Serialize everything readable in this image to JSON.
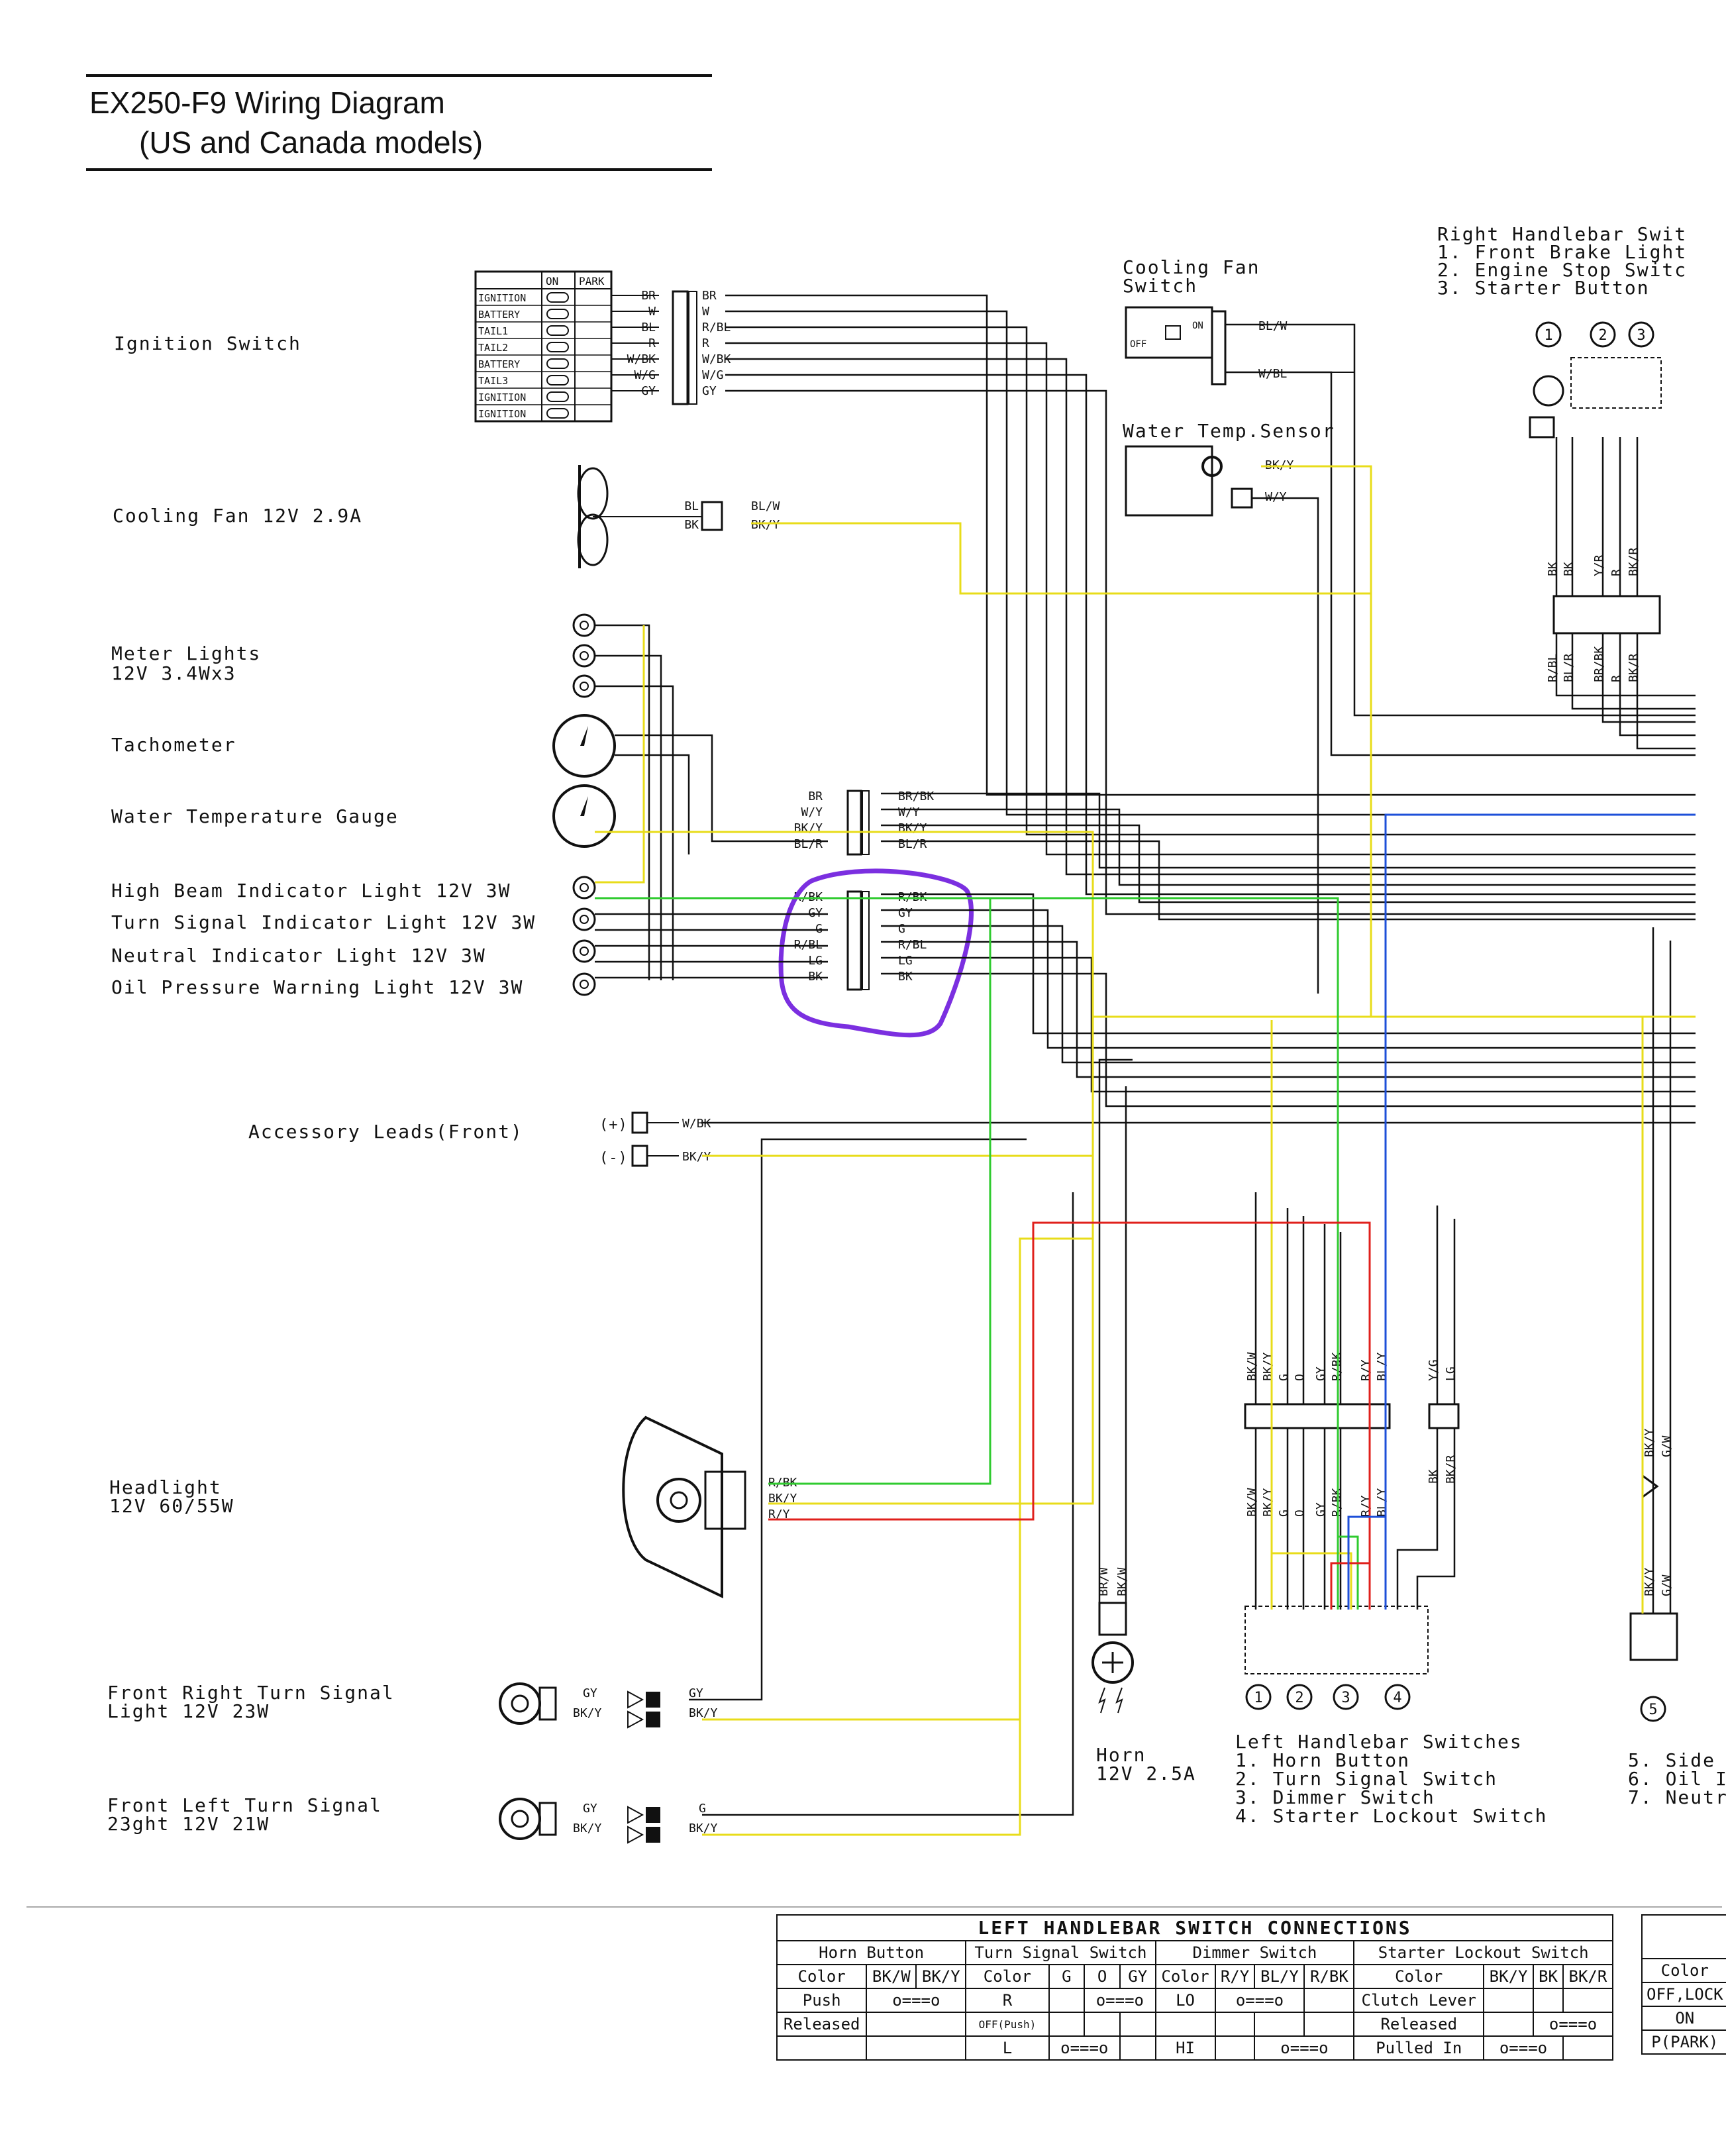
{
  "title": {
    "line1": "EX250-F9 Wiring Diagram",
    "line2": "(US and Canada models)"
  },
  "labels": {
    "ignition_switch": "Ignition Switch",
    "cooling_fan": "Cooling Fan 12V 2.9A",
    "meter_lights": "Meter Lights\n12V 3.4Wx3",
    "tachometer": "Tachometer",
    "water_temp_gauge": "Water Temperature Gauge",
    "high_beam": "High Beam Indicator Light 12V 3W",
    "turn_signal_ind": "Turn Signal Indicator Light 12V 3W",
    "neutral_ind": "Neutral Indicator Light 12V 3W",
    "oil_pressure": "Oil Pressure Warning Light 12V 3W",
    "accessory_leads": "Accessory Leads(Front)",
    "acc_plus": "(+)",
    "acc_minus": "(-)",
    "headlight": "Headlight\n12V 60/55W",
    "front_right_turn": "Front Right Turn Signal\nLight 12V 23W",
    "front_left_turn": "Front Left Turn Signal\n23ght 12V 21W",
    "horn": "Horn\n12V 2.5A",
    "cooling_fan_switch": "Cooling Fan\nSwitch",
    "water_temp_sensor": "Water Temp.Sensor",
    "right_handlebar": "Right Handlebar Swit\n1. Front Brake Light\n2. Engine Stop Switc\n3. Starter Button",
    "left_handlebar": "Left Handlebar Switches\n1. Horn Button\n2. Turn Signal Switch\n3. Dimmer Switch\n4. Starter Lockout Switch",
    "right_list": "5. Side\n6. Oil I\n7. Neutr"
  },
  "ignition_rows": [
    "IGNITION",
    "BATTERY",
    "TAIL1",
    "TAIL2",
    "BATTERY",
    "TAIL3",
    "IGNITION",
    "IGNITION"
  ],
  "ignition_header": [
    "ON",
    "PARK"
  ],
  "wires": {
    "ignition_left": [
      "BR",
      "W",
      "BL",
      "R",
      "W/BK",
      "W/G",
      "GY"
    ],
    "ignition_right": [
      "BR",
      "W",
      "R/BL",
      "R",
      "W/BK",
      "W/G",
      "GY"
    ],
    "fan_left": [
      "BL",
      "BK"
    ],
    "fan_right": [
      "BL/W",
      "BK/Y"
    ],
    "fan_switch": [
      "BL/W",
      "W/BL"
    ],
    "temp_sensor": [
      "BK/Y",
      "W/Y"
    ],
    "gauge_left": [
      "BR",
      "W/Y",
      "BK/Y",
      "BL/R"
    ],
    "gauge_right": [
      "BR/BK",
      "W/Y",
      "BK/Y",
      "BL/R"
    ],
    "ind_left": [
      "R/BK",
      "GY",
      "G",
      "R/BL",
      "LG",
      "BK"
    ],
    "ind_right": [
      "R/BK",
      "GY",
      "G",
      "R/BL",
      "LG",
      "BK"
    ],
    "acc": [
      "W/BK",
      "BK/Y"
    ],
    "headlight": [
      "R/BK",
      "BK/Y",
      "R/Y"
    ],
    "fr_turn_left": [
      "GY",
      "BK/Y"
    ],
    "fr_turn_right": [
      "GY",
      "BK/Y"
    ],
    "fl_turn_left": [
      "GY",
      "BK/Y"
    ],
    "fl_turn_right": [
      "G",
      "BK/Y"
    ],
    "horn": [
      "BR/W",
      "BK/W"
    ],
    "rh_top": [
      "BK",
      "BK",
      "Y/R",
      "R",
      "BK/R"
    ],
    "rh_bottom": [
      "R/BL",
      "BL/R",
      "BR/BK",
      "R",
      "BK/R"
    ],
    "lh_top": [
      "BK/W",
      "BK/Y",
      "G",
      "O",
      "GY",
      "R/BK",
      "R/Y",
      "BL/Y"
    ],
    "lh_top2": [
      "Y/G",
      "LG"
    ],
    "lh_bottom": [
      "BK/W",
      "BK/Y",
      "G",
      "O",
      "GY",
      "R/BK",
      "R/Y",
      "BL/Y"
    ],
    "lh_bottom2": [
      "BK",
      "BK/R"
    ],
    "right_side": [
      "BK/Y",
      "G/W"
    ]
  },
  "fan_switch_tags": [
    "OFF",
    "ON"
  ],
  "numbers": [
    "1",
    "2",
    "3",
    "4",
    "5"
  ],
  "connections_table": {
    "title": "LEFT HANDLEBAR SWITCH CONNECTIONS",
    "groups": [
      "Horn Button",
      "Turn Signal Switch",
      "Dimmer Switch",
      "Starter Lockout Switch"
    ],
    "horn": {
      "header": [
        "Color",
        "BK/W",
        "BK/Y"
      ],
      "rows": [
        [
          "Push",
          "o===o"
        ],
        [
          "Released",
          ""
        ]
      ]
    },
    "turn": {
      "header": [
        "Color",
        "G",
        "O",
        "GY"
      ],
      "rows": [
        [
          "R",
          "o===o"
        ],
        [
          "OFF(Push)",
          ""
        ],
        [
          "L",
          "o===o"
        ]
      ]
    },
    "dimmer": {
      "header": [
        "Color",
        "R/Y",
        "BL/Y",
        "R/BK"
      ],
      "rows": [
        [
          "LO",
          "o===o"
        ],
        [
          "",
          ""
        ],
        [
          "HI",
          "o===o"
        ]
      ]
    },
    "lockout": {
      "header": [
        "Color",
        "BK/Y",
        "BK",
        "BK/R"
      ],
      "rows": [
        [
          "Clutch Lever",
          ""
        ],
        [
          "Released",
          "o===o"
        ],
        [
          "Pulled In",
          "o===o"
        ]
      ]
    }
  },
  "right_table": [
    "Color",
    "OFF,LOCK",
    "ON",
    "P(PARK)"
  ],
  "colors": {
    "ink": "#111111",
    "yellow": "#e8dc1a",
    "green": "#2fcb2f",
    "red": "#e0201c",
    "blue": "#1d4fd8",
    "purple_annotation": "#7b2fe0"
  }
}
